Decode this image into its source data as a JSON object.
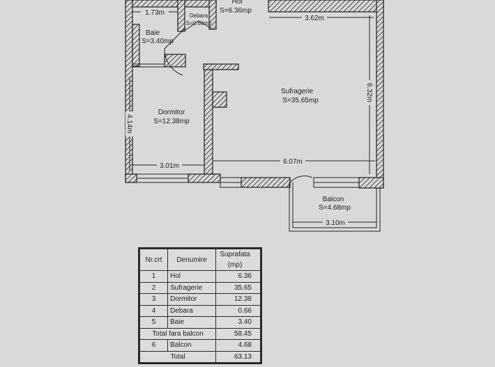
{
  "rooms": {
    "hol": {
      "name": "Hol",
      "area": "S=6.36mp"
    },
    "baie": {
      "name": "Baie",
      "area": "S=3.40mp"
    },
    "debara": {
      "name": "Debara",
      "area": "S=0.66mp"
    },
    "sufragerie": {
      "name": "Sufragerie",
      "area": "S=35.65mp"
    },
    "dormitor": {
      "name": "Dormitor",
      "area": "S=12.38mp"
    },
    "balcon": {
      "name": "Balcon",
      "area": "S=4.68mp"
    }
  },
  "dimensions": {
    "baie_width": "1.73m",
    "sufragerie_top": "3.62m",
    "sufragerie_height": "6.32m",
    "dormitor_height": "4.14m",
    "dormitor_width": "3.01m",
    "sufragerie_width": "6.07m",
    "balcon_width": "3.10m"
  },
  "table": {
    "headers": [
      "Nr.crt",
      "Denumire",
      "Suprafata (mp)"
    ],
    "rows": [
      {
        "nr": "1",
        "name": "Hol",
        "area": "6.36"
      },
      {
        "nr": "2",
        "name": "Sufragerie",
        "area": "35.65"
      },
      {
        "nr": "3",
        "name": "Dormitor",
        "area": "12.38"
      },
      {
        "nr": "4",
        "name": "Debara",
        "area": "0.66"
      },
      {
        "nr": "5",
        "name": "Baie",
        "area": "3.40"
      }
    ],
    "subtotal_label": "Total fara balcon",
    "subtotal_value": "58.45",
    "balcony_row": {
      "nr": "6",
      "name": "Balcon",
      "area": "4.68"
    },
    "total_label": "Total",
    "total_value": "63.13"
  },
  "colors": {
    "paper": "#d9d9d7",
    "ink": "#1e1e1e"
  }
}
